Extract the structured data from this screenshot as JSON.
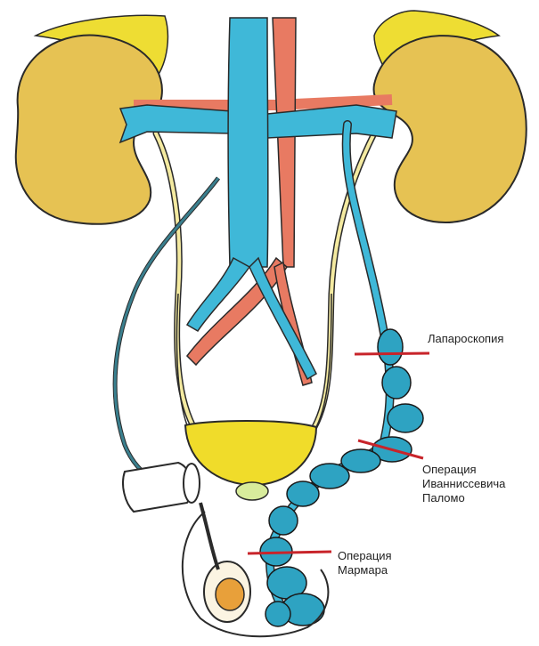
{
  "labels": {
    "laparoscopy": "Лапароскопия",
    "ivanissevich": {
      "line1": "Операция",
      "line2": "Иванниссевича",
      "line3": "Паломо"
    },
    "marmara": {
      "line1": "Операция",
      "line2": "Мармара"
    }
  },
  "colors": {
    "kidney": "#e6c253",
    "adrenal": "#eedd33",
    "vein": "#3fb8d8",
    "artery": "#e87a62",
    "ureter": "#f4eaa0",
    "bladder": "#f0dc2a",
    "prostate": "#d8ec9c",
    "varicocele": "#2ea3c2",
    "testis": "#e8a03a",
    "ligation_mark": "#c8242a",
    "outline": "#2a2a2a"
  }
}
